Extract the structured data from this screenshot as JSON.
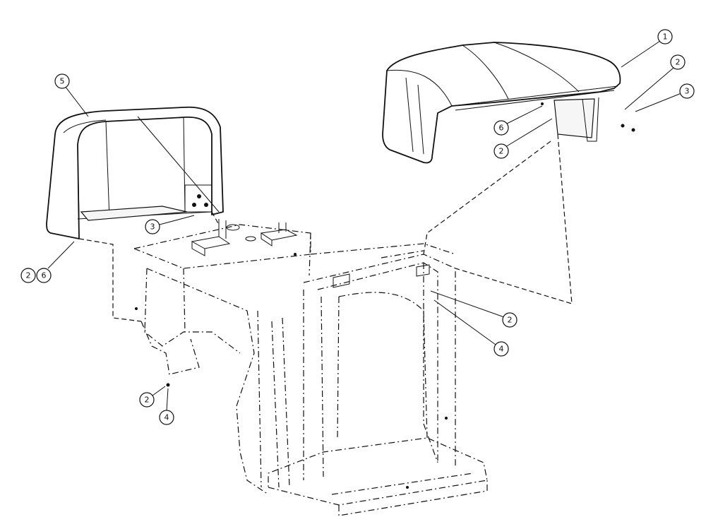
{
  "callouts": [
    {
      "id": "c1-top",
      "number": "1"
    },
    {
      "id": "c2-top",
      "number": "2"
    },
    {
      "id": "c3-top",
      "number": "3"
    },
    {
      "id": "c6-right",
      "number": "6"
    },
    {
      "id": "c2-right",
      "number": "2"
    },
    {
      "id": "c5-left",
      "number": "5"
    },
    {
      "id": "c3-left",
      "number": "3"
    },
    {
      "id": "c2-left",
      "number": "2"
    },
    {
      "id": "c6-left",
      "number": "6"
    },
    {
      "id": "c2-frame",
      "number": "2"
    },
    {
      "id": "c4-frame",
      "number": "4"
    },
    {
      "id": "c2-lower",
      "number": "2"
    },
    {
      "id": "c4-lower",
      "number": "4"
    }
  ]
}
